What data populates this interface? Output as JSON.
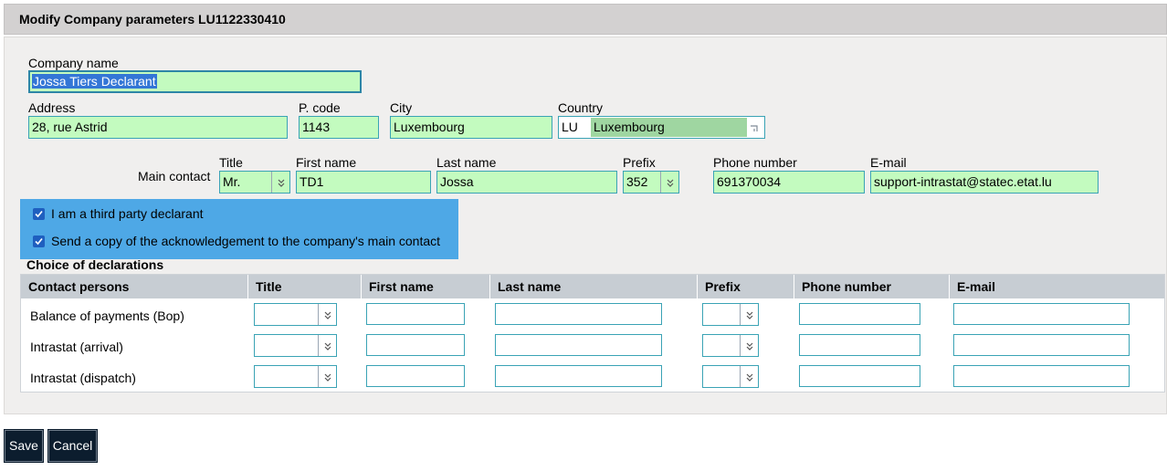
{
  "header": {
    "title": "Modify Company parameters LU1122330410"
  },
  "company": {
    "name_label": "Company name",
    "name_value": "Jossa Tiers Declarant",
    "address_label": "Address",
    "address_value": "28, rue Astrid",
    "pcode_label": "P. code",
    "pcode_value": "1143",
    "city_label": "City",
    "city_value": "Luxembourg",
    "country_label": "Country",
    "country_code": "LU",
    "country_name": "Luxembourg"
  },
  "contact": {
    "row_label": "Main contact",
    "title_label": "Title",
    "title_value": "Mr.",
    "first_label": "First name",
    "first_value": "TD1",
    "last_label": "Last name",
    "last_value": "Jossa",
    "prefix_label": "Prefix",
    "prefix_value": "352",
    "phone_label": "Phone number",
    "phone_value": "691370034",
    "email_label": "E-mail",
    "email_value": "support-intrastat@statec.etat.lu"
  },
  "checks": {
    "third_party": "I am a third party declarant",
    "send_copy": "Send a copy of the acknowledgement to the company's main contact"
  },
  "declarations": {
    "title": "Choice of declarations",
    "columns": [
      "Contact persons",
      "Title",
      "First name",
      "Last name",
      "Prefix",
      "Phone number",
      "E-mail"
    ],
    "rows": [
      "Balance of payments (Bop)",
      "Intrastat (arrival)",
      "Intrastat (dispatch)"
    ]
  },
  "buttons": {
    "save": "Save",
    "cancel": "Cancel"
  },
  "colors": {
    "field_bg": "#c3fbbf",
    "field_border": "#3aa3b5",
    "check_bg": "#4ea8e6",
    "button_bg": "#0c1d2e"
  }
}
